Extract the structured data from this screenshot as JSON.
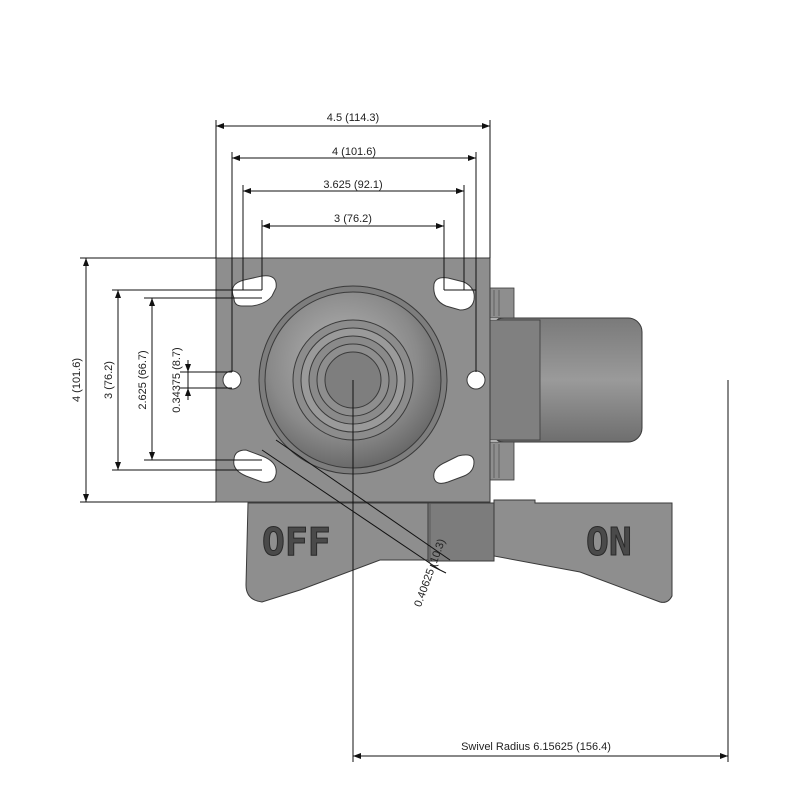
{
  "drawing": {
    "dimensions": {
      "width_overall": "4.5 (114.3)",
      "width_outer_holes": "4 (101.6)",
      "width_slot_outer": "3.625 (92.1)",
      "width_slot_inner": "3 (76.2)",
      "height_overall": "4 (101.6)",
      "height_outer_holes": "3 (76.2)",
      "height_inner": "2.625 (66.7)",
      "hole_offset": "0.34375 (8.7)",
      "slot_width": "0.40625 (10.3)",
      "swivel_radius": "Swivel Radius 6.15625 (156.4)"
    },
    "brake_labels": {
      "off": "OFF",
      "on": "ON"
    },
    "colors": {
      "part_fill": "#8e8e8e",
      "part_dark": "#6f6f6f",
      "part_stroke": "#3a3a3a",
      "line": "#111111"
    }
  }
}
